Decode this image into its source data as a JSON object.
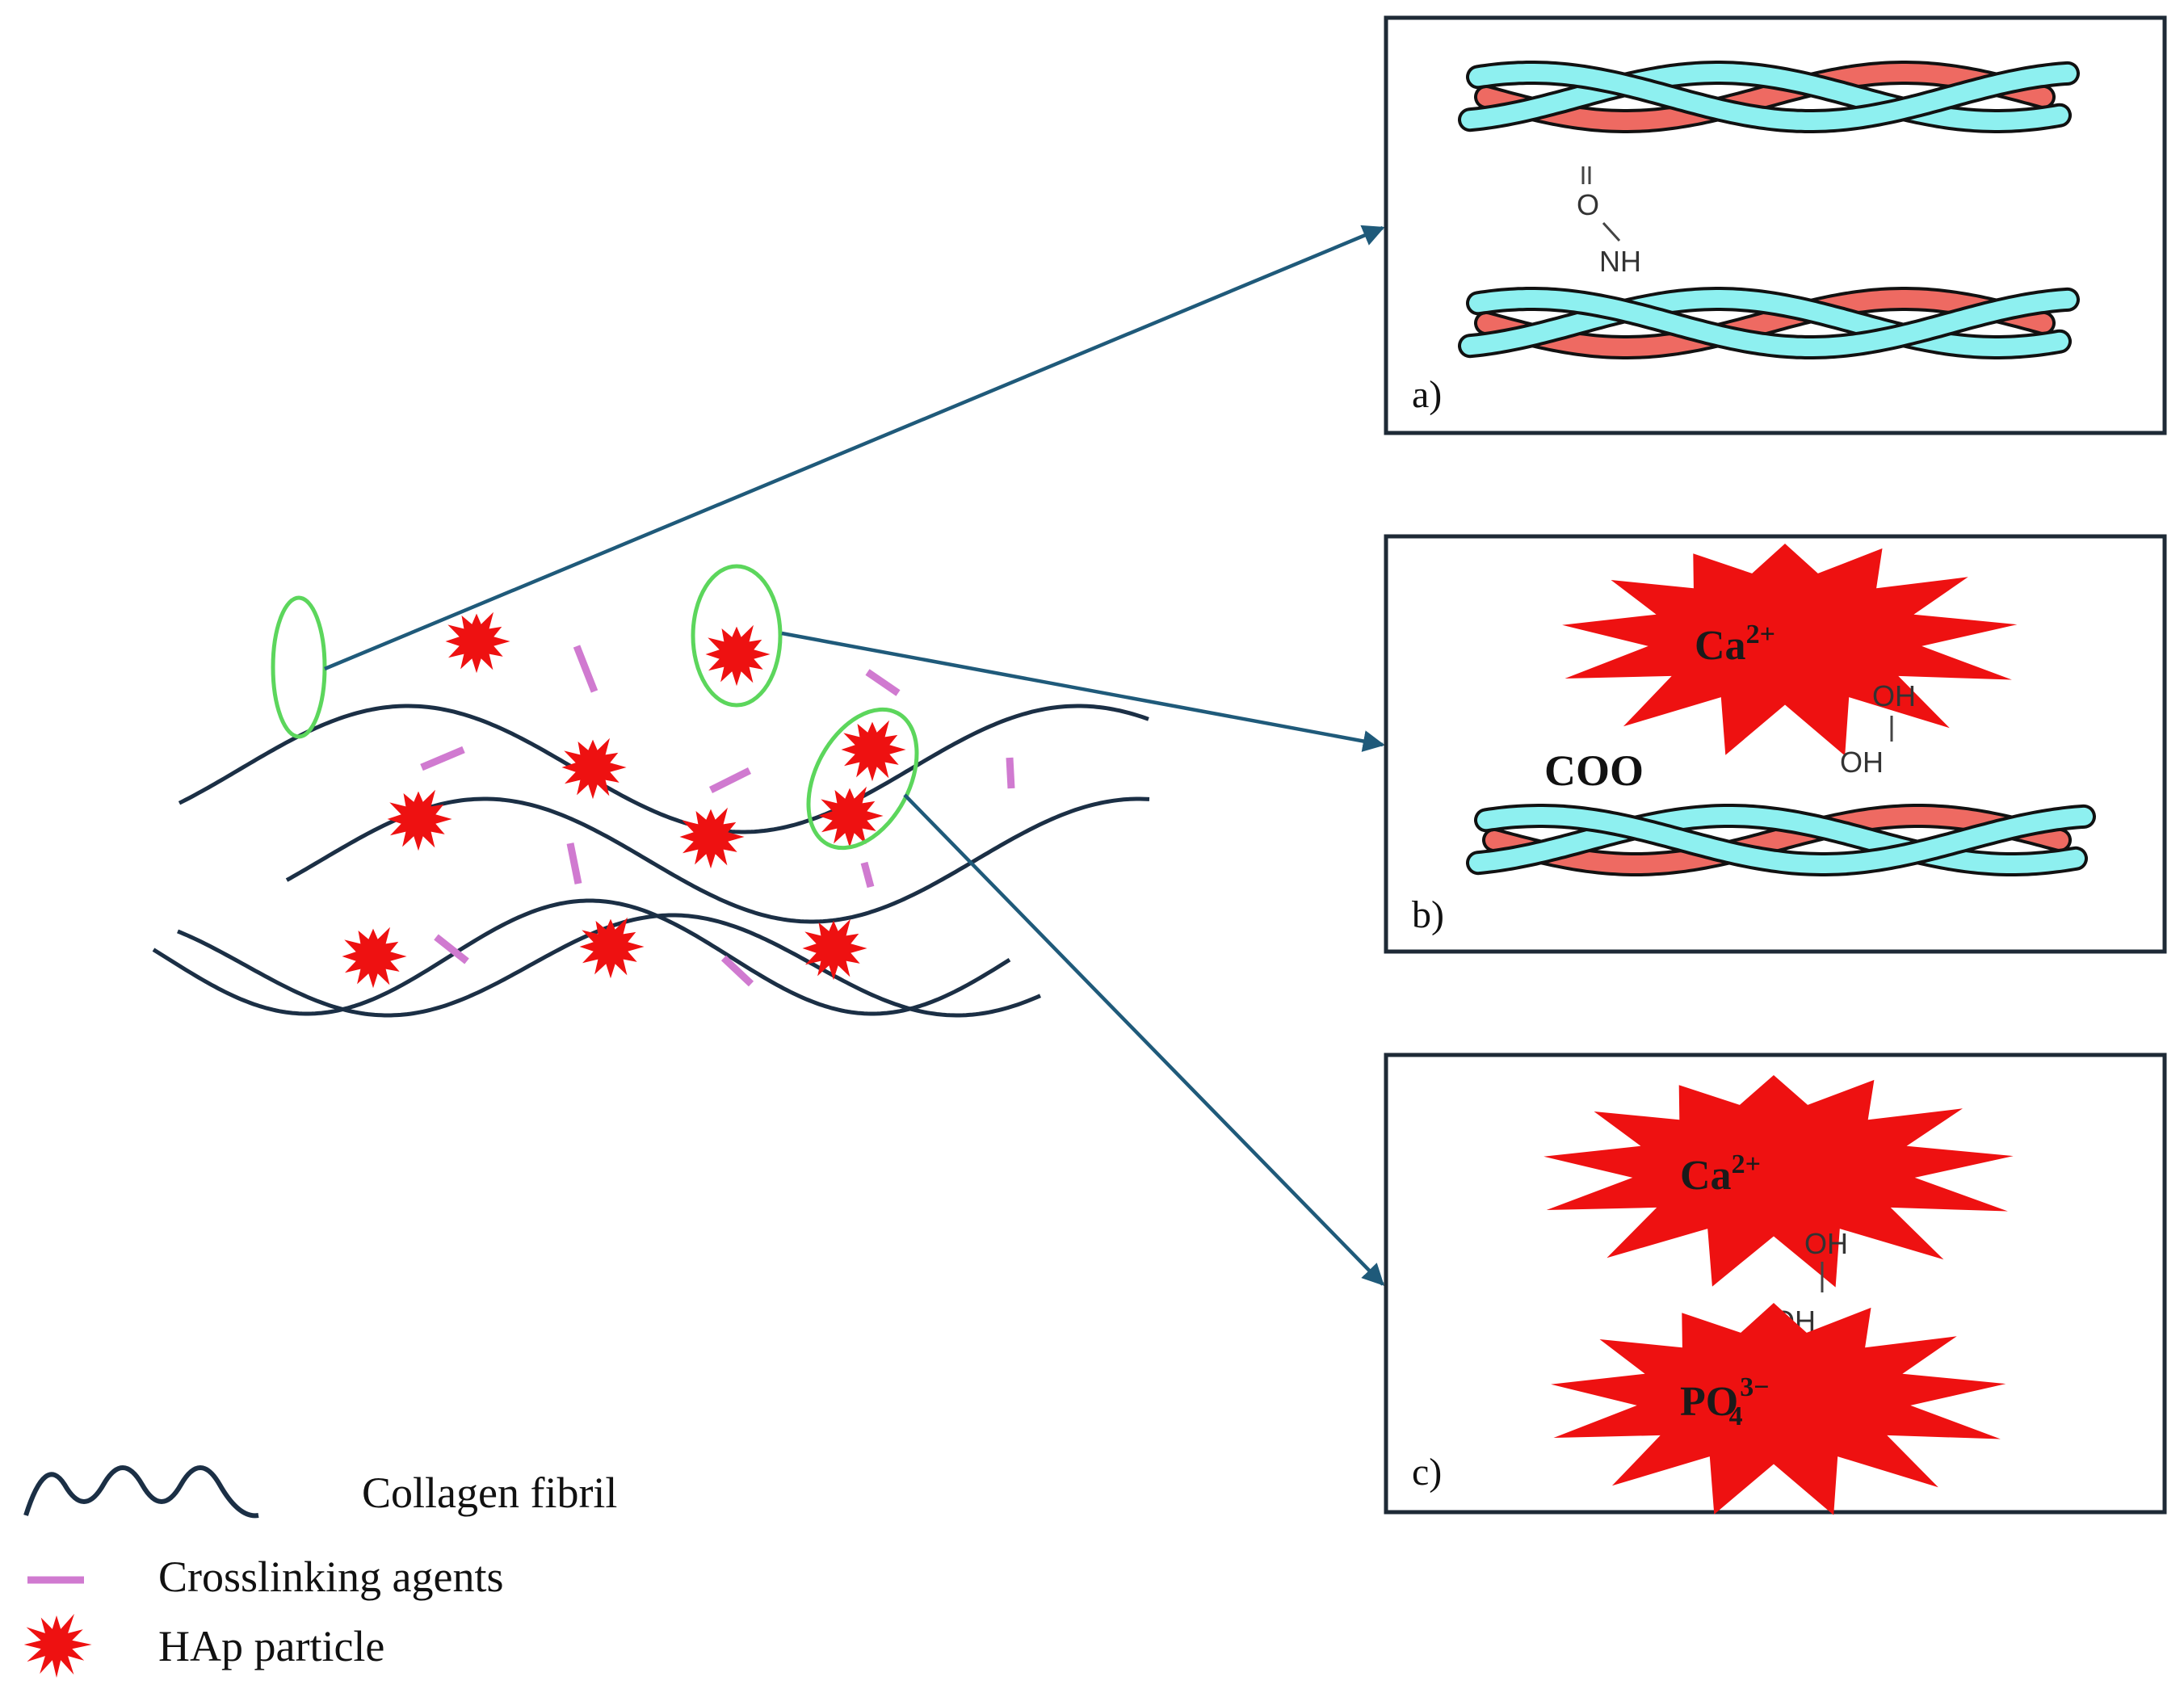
{
  "legend": {
    "fibril_label": "Collagen fibril",
    "crosslink_label": "Crosslinking agents",
    "hap_label": "HAp particle"
  },
  "panels": {
    "a": {
      "label": "a)",
      "bond_top": "O",
      "bond_bottom": "NH"
    },
    "b": {
      "label": "b)",
      "ion_base": "Ca",
      "ion_sup": "2+",
      "oh_top": "OH",
      "oh_bottom": "OH",
      "group": "COO"
    },
    "c": {
      "label": "c)",
      "ion1_base": "Ca",
      "ion1_sup": "2+",
      "oh_top": "OH",
      "oh_bottom": "OH",
      "ion2_base": "PO",
      "ion2_sub": "4",
      "ion2_sup": "3−"
    }
  },
  "colors": {
    "fibril": "#1b2f45",
    "crosslink": "#d07ad0",
    "hap": "#ee1111",
    "highlight": "#5cd65c",
    "arrow": "#1f5a7a",
    "strand_cyan": "#8ef0f0",
    "strand_red": "#ee6a62",
    "strand_dark": "#111111",
    "frame": "#1e2a36"
  }
}
